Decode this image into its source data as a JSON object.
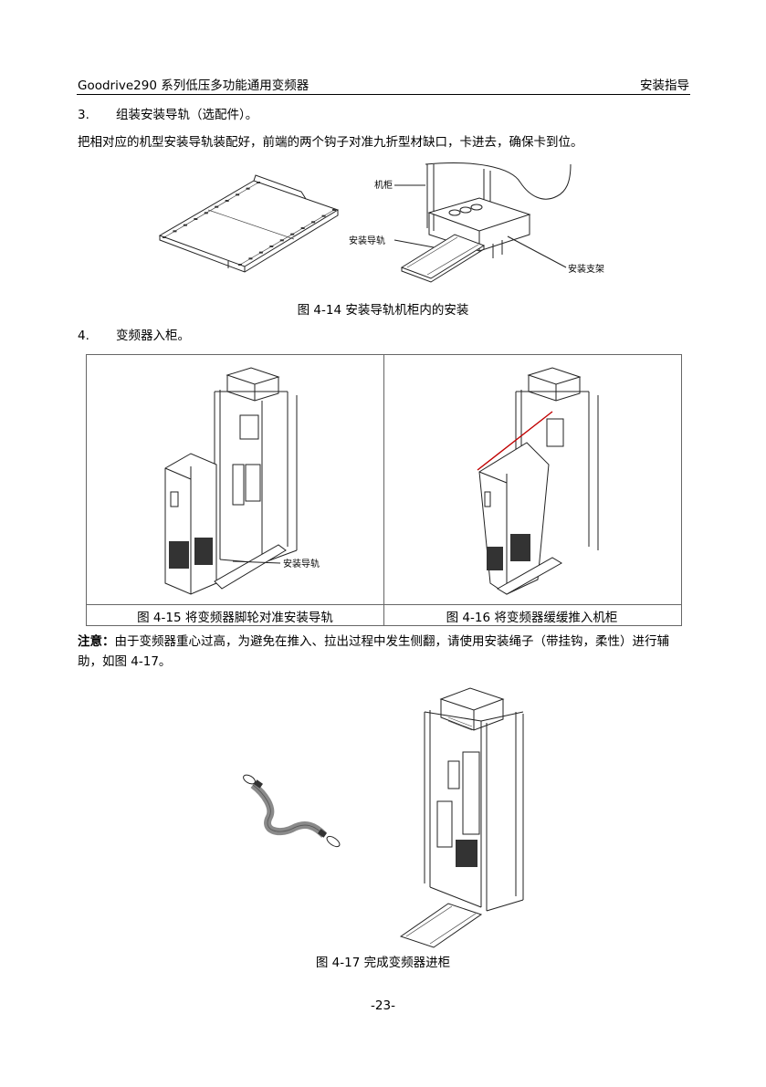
{
  "header": {
    "left": "Goodrive290 系列低压多功能通用变频器",
    "right": "安装指导"
  },
  "step3": {
    "number": "3.",
    "title": "组装安装导轨（选配件）。",
    "body": "把相对应的机型安装导轨装配好，前端的两个钩子对准九折型材缺口，卡进去，确保卡到位。"
  },
  "fig14": {
    "labels": {
      "cabinet": "机柜",
      "rail": "安装导轨",
      "bracket": "安装支架"
    },
    "caption": "图 4-14 安装导轨机柜内的安装"
  },
  "step4": {
    "number": "4.",
    "title": "变频器入柜。"
  },
  "fig15": {
    "label": "安装导轨",
    "caption": "图 4-15 将变频器脚轮对准安装导轨"
  },
  "fig16": {
    "caption": "图 4-16 将变频器缓缓推入机柜"
  },
  "note": {
    "label": "注意：",
    "text": "由于变频器重心过高，为避免在推入、拉出过程中发生侧翻，请使用安装绳子（带挂钩，柔性）进行辅助，如图 4-17。"
  },
  "fig17": {
    "caption": "图 4-17 完成变频器进柜"
  },
  "footer": {
    "page": "-23-"
  }
}
